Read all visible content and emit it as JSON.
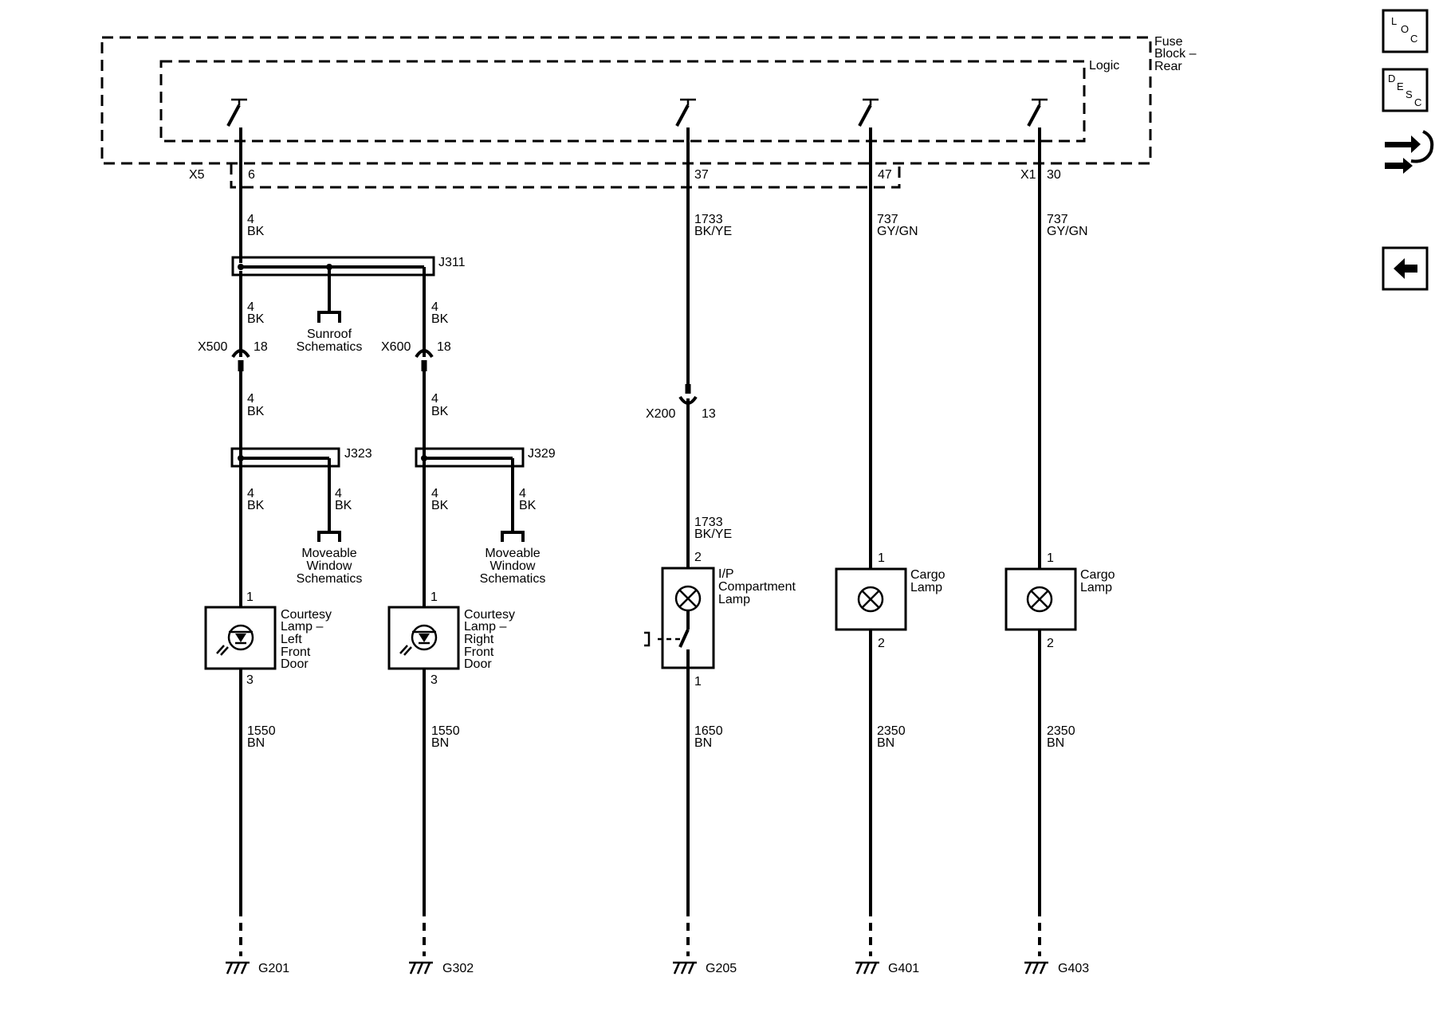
{
  "fuse_block": {
    "line1": "Fuse",
    "line2": "Block –",
    "line3": "Rear",
    "inner_label": "Logic"
  },
  "connectors": {
    "x5": "X5",
    "x5_pin": "6",
    "x1": "X1",
    "x1_pin": "30",
    "pin37": "37",
    "pin47": "47",
    "x500": "X500",
    "x500_pin": "18",
    "x600": "X600",
    "x600_pin": "18",
    "x200": "X200",
    "x200_pin": "13"
  },
  "splices": {
    "j311": "J311",
    "j323": "J323",
    "j329": "J329"
  },
  "wires": {
    "c1_a": {
      "num": "4",
      "color": "BK"
    },
    "c1_b": {
      "num": "4",
      "color": "BK"
    },
    "c1_c": {
      "num": "4",
      "color": "BK"
    },
    "c1_d": {
      "num": "4",
      "color": "BK"
    },
    "c1_br": {
      "num": "4",
      "color": "BK"
    },
    "c1_g": {
      "num": "1550",
      "color": "BN"
    },
    "c2_b": {
      "num": "4",
      "color": "BK"
    },
    "c2_c": {
      "num": "4",
      "color": "BK"
    },
    "c2_d": {
      "num": "4",
      "color": "BK"
    },
    "c2_br": {
      "num": "4",
      "color": "BK"
    },
    "c2_g": {
      "num": "1550",
      "color": "BN"
    },
    "c3_a": {
      "num": "1733",
      "color": "BK/YE"
    },
    "c3_b": {
      "num": "1733",
      "color": "BK/YE"
    },
    "c3_g": {
      "num": "1650",
      "color": "BN"
    },
    "c4_a": {
      "num": "737",
      "color": "GY/GN"
    },
    "c4_g": {
      "num": "2350",
      "color": "BN"
    },
    "c5_a": {
      "num": "737",
      "color": "GY/GN"
    },
    "c5_g": {
      "num": "2350",
      "color": "BN"
    }
  },
  "references": {
    "sunroof": {
      "line1": "Sunroof",
      "line2": "Schematics"
    },
    "window_left": {
      "line1": "Moveable",
      "line2": "Window",
      "line3": "Schematics"
    },
    "window_right": {
      "line1": "Moveable",
      "line2": "Window",
      "line3": "Schematics"
    }
  },
  "components": {
    "courtesy_left": {
      "lines": [
        "Courtesy",
        "Lamp –",
        "Left",
        "Front",
        "Door"
      ],
      "pin_top": "1",
      "pin_bottom": "3"
    },
    "courtesy_right": {
      "lines": [
        "Courtesy",
        "Lamp –",
        "Right",
        "Front",
        "Door"
      ],
      "pin_top": "1",
      "pin_bottom": "3"
    },
    "ip_lamp": {
      "lines": [
        "I/P",
        "Compartment",
        "Lamp"
      ],
      "pin_top": "2",
      "pin_bottom": "1"
    },
    "cargo_1": {
      "lines": [
        "Cargo",
        "Lamp"
      ],
      "pin_top": "1",
      "pin_bottom": "2"
    },
    "cargo_2": {
      "lines": [
        "Cargo",
        "Lamp"
      ],
      "pin_top": "1",
      "pin_bottom": "2"
    }
  },
  "grounds": {
    "g201": "G201",
    "g302": "G302",
    "g205": "G205",
    "g401": "G401",
    "g403": "G403"
  },
  "nav": {
    "loc": {
      "l1": "L",
      "l2": "O",
      "l3": "C"
    },
    "desc": {
      "l1": "D",
      "l2": "E",
      "l3": "S",
      "l4": "C"
    },
    "connector_icon": "connector-end-view-icon",
    "back_icon": "back-arrow-icon"
  }
}
